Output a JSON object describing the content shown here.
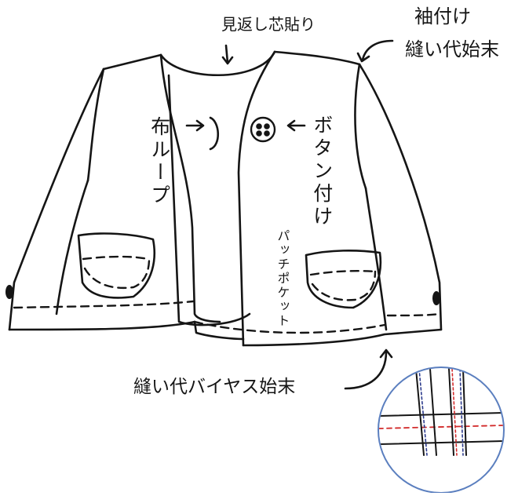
{
  "labels": {
    "mikaeshi": "見返し芯貼り",
    "sode_line1": "袖付け",
    "sode_line2": "縫い代始末",
    "nunoloop": "布ループ",
    "button": "ボタン付け",
    "patch_pocket": "パッチポケット",
    "bias": "縫い代バイヤス始末"
  },
  "colors": {
    "ink": "#151515",
    "detail_blue": "#2b3a8c",
    "detail_red": "#d22a2a",
    "detail_circle": "#5b7fbf"
  }
}
